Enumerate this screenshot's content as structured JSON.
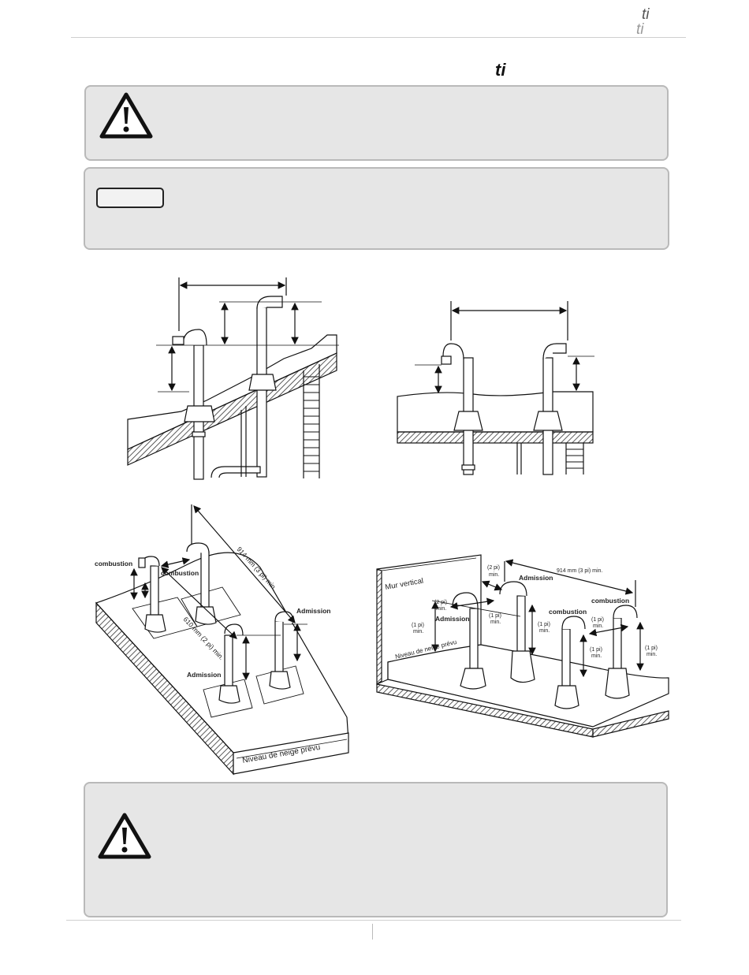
{
  "header": {
    "logo_top": "ti",
    "logo_bottom": "ti",
    "logo_title": "ti"
  },
  "figure_labels": {
    "combustion": "combustion",
    "admission": "Admission",
    "dim_914": "914 mm (3 pi) min.",
    "dim_610": "610 mm (2 pi) min.",
    "snow_level": "Niveau de neige prévu",
    "wall": "Mur vertical",
    "two_ft": "(2 pi)",
    "one_ft": "(1 pi)",
    "min": "min."
  },
  "colors": {
    "panel": "#e6e6e6",
    "panel_border": "#b9b9b9"
  },
  "icons": [
    "warning-icon",
    "note-tab-icon"
  ]
}
